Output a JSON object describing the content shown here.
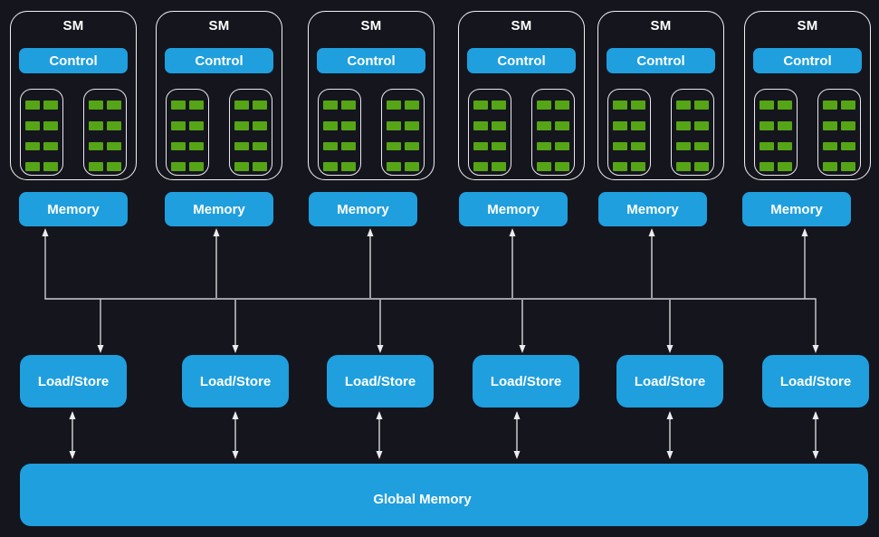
{
  "labels": {
    "sm": "SM",
    "control": "Control",
    "memory": "Memory",
    "load_store": "Load/Store",
    "global_memory": "Global Memory"
  },
  "structure": {
    "sm_count": 6,
    "memory_count": 6,
    "load_store_count": 6,
    "core_blocks_per_sm": 2,
    "cores_per_block": {
      "rows": 4,
      "cols": 2
    }
  },
  "colors": {
    "background": "#15151e",
    "box_blue": "#1f9fde",
    "core_green": "#55a516",
    "outline_white": "#f2f2f2",
    "arrow_gray": "#9d9da1",
    "text_white": "#ffffff"
  }
}
